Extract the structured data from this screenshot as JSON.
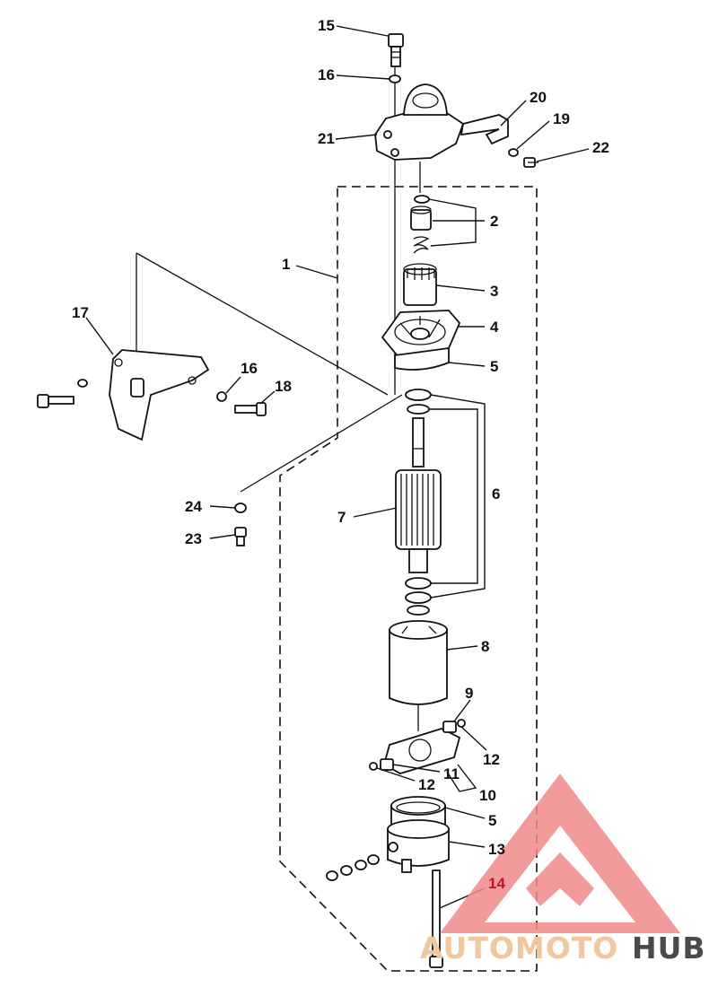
{
  "callouts": [
    {
      "id": "15",
      "label": "15"
    },
    {
      "id": "16",
      "label": "16"
    },
    {
      "id": "20",
      "label": "20"
    },
    {
      "id": "19",
      "label": "19"
    },
    {
      "id": "21",
      "label": "21"
    },
    {
      "id": "22",
      "label": "22"
    },
    {
      "id": "2",
      "label": "2"
    },
    {
      "id": "1",
      "label": "1"
    },
    {
      "id": "3",
      "label": "3"
    },
    {
      "id": "17",
      "label": "17"
    },
    {
      "id": "4",
      "label": "4"
    },
    {
      "id": "5a",
      "label": "5"
    },
    {
      "id": "16b",
      "label": "16"
    },
    {
      "id": "18",
      "label": "18"
    },
    {
      "id": "6",
      "label": "6"
    },
    {
      "id": "24",
      "label": "24"
    },
    {
      "id": "7",
      "label": "7"
    },
    {
      "id": "23",
      "label": "23"
    },
    {
      "id": "8",
      "label": "8"
    },
    {
      "id": "9",
      "label": "9"
    },
    {
      "id": "12a",
      "label": "12"
    },
    {
      "id": "11",
      "label": "11"
    },
    {
      "id": "12b",
      "label": "12"
    },
    {
      "id": "10",
      "label": "10"
    },
    {
      "id": "5b",
      "label": "5"
    },
    {
      "id": "13",
      "label": "13"
    },
    {
      "id": "14",
      "label": "14"
    }
  ],
  "watermark": {
    "part1": "AUTOMOTO",
    "part2": "HUB",
    "color_triangle": "#f08a8a",
    "color_text1": "#f3c79d",
    "color_text2": "#4a4a4a"
  }
}
